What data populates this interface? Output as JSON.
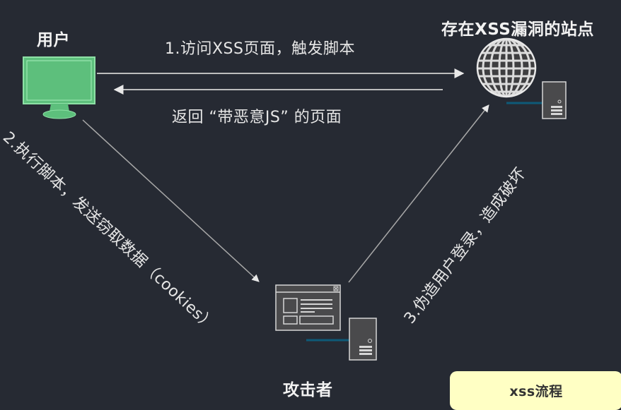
{
  "nodes": {
    "user": {
      "label": "用户",
      "icon": "monitor-icon"
    },
    "site": {
      "label": "存在XSS漏洞的站点",
      "icon": "globe-server-icon"
    },
    "attacker": {
      "label": "攻击者",
      "icon": "browser-server-icon"
    }
  },
  "flows": {
    "step1": {
      "label": "1.访问XSS页面，触发脚本",
      "from": "user",
      "to": "site"
    },
    "return": {
      "label": "返回 “带恶意JS” 的页面",
      "from": "site",
      "to": "user"
    },
    "step2": {
      "label": "2.执行脚本，发送窃取数据（cookies）",
      "from": "user",
      "to": "attacker"
    },
    "step3": {
      "label": "3.伪造用户登录，造成破坏",
      "from": "attacker",
      "to": "site"
    }
  },
  "caption": {
    "text": "xss流程"
  },
  "colors": {
    "background": "#262a33",
    "monitor_green": "#5dbf7c",
    "icon_gray": "#4a4a4c",
    "link_teal": "#0e5a78",
    "caption_bg": "#ffffc4"
  }
}
